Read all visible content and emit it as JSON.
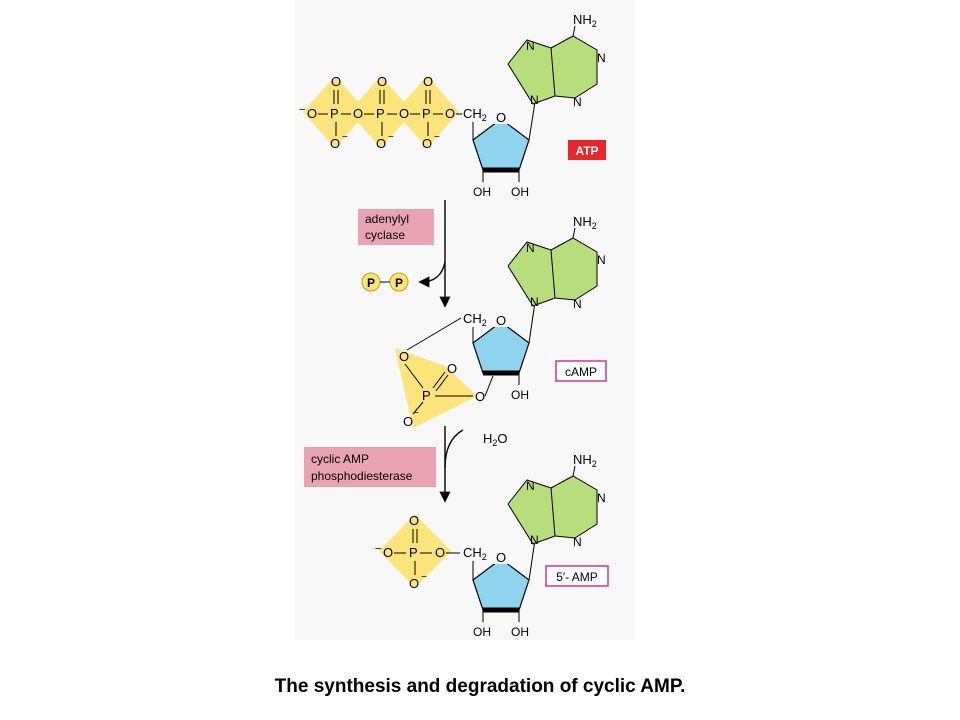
{
  "caption": "The synthesis and degradation of cyclic AMP.",
  "colors": {
    "phosphate_yellow": "#fde47a",
    "ribose_blue": "#8fd3ee",
    "adenine_green": "#b7de7c",
    "enzyme_box_pink": "#eaa3b2",
    "atp_label_red": "#e8262b",
    "label_outline_magenta": "#d8348a",
    "panel_bg": "#f8f8f8"
  },
  "molecules": {
    "atp": {
      "label": "ATP",
      "ring_o": "O",
      "ch2": "CH",
      "ch2_sub": "2",
      "oh_left": "OH",
      "oh_right": "OH",
      "phosphate_p": "P",
      "phosphate_o": "O",
      "phosphate_o_minus": "O",
      "minus": "−"
    },
    "camp": {
      "label": "cAMP",
      "ring_o": "O",
      "ch2": "CH",
      "ch2_sub": "2",
      "oh_right": "OH",
      "phosphate_p": "P",
      "phosphate_o": "O",
      "minus": "−"
    },
    "amp": {
      "label": "5′- AMP",
      "ring_o": "O",
      "ch2": "CH",
      "ch2_sub": "2",
      "oh_left": "OH",
      "oh_right": "OH",
      "phosphate_p": "P",
      "phosphate_o": "O",
      "minus": "−"
    }
  },
  "adenine": {
    "amine": "NH",
    "amine_sub": "2",
    "n": "N"
  },
  "enzymes": {
    "cyclase_line1": "adenylyl",
    "cyclase_line2": "cyclase",
    "pde_line1": "cyclic AMP",
    "pde_line2": "phosphodiesterase"
  },
  "byproducts": {
    "pyrophosphate_p": "P",
    "water": "H",
    "water_sub": "2",
    "water_o": "O"
  }
}
